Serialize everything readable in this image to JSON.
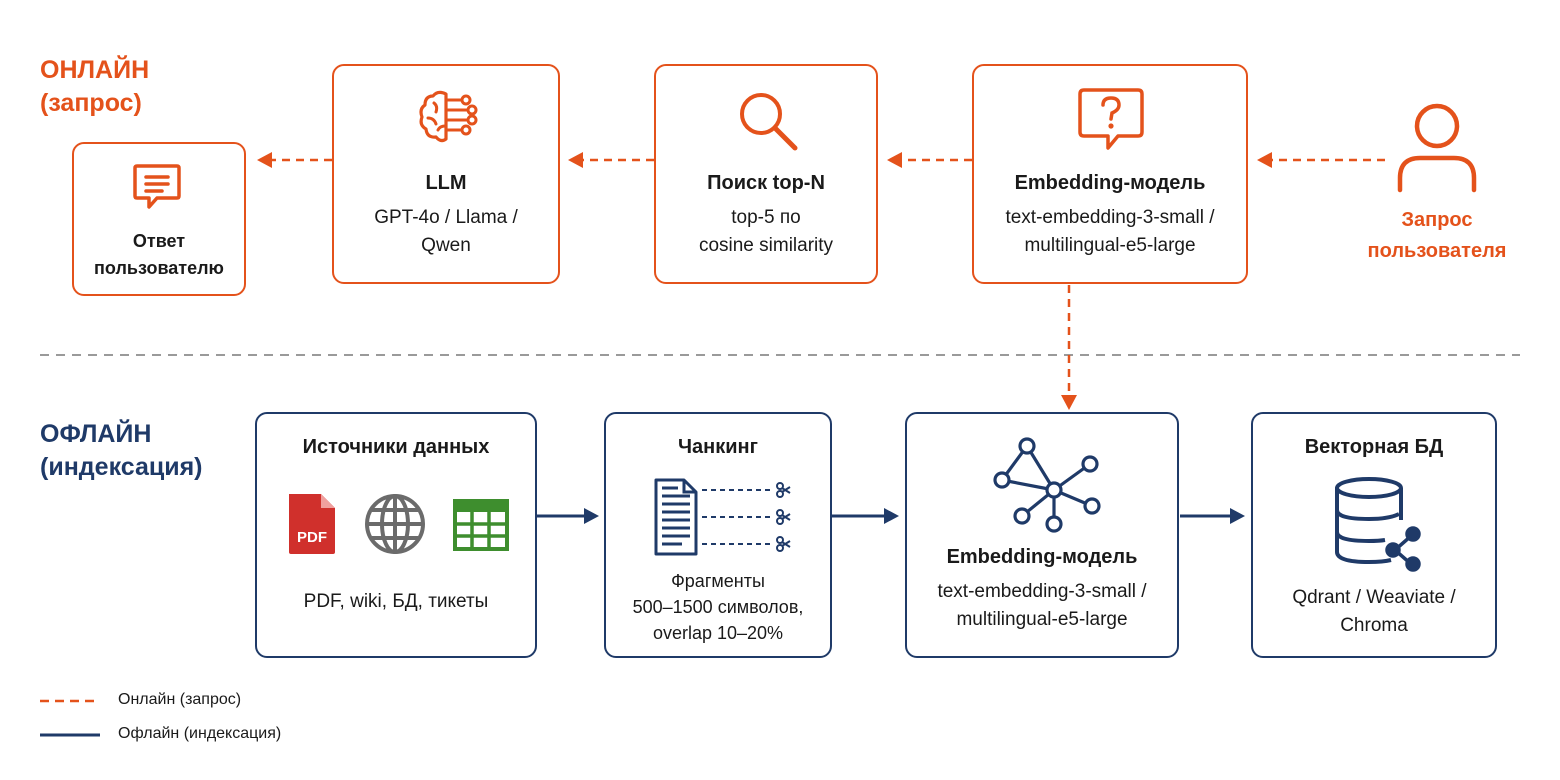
{
  "online": {
    "title_line1": "ОНЛАЙН",
    "title_line2": "(запрос)",
    "answer": {
      "line1": "Ответ",
      "line2": "пользователю"
    },
    "llm": {
      "title": "LLM",
      "line1": "GPT-4o / Llama /",
      "line2": "Qwen"
    },
    "search": {
      "title": "Поиск top-N",
      "line1": "top-5 по",
      "line2": "cosine similarity"
    },
    "embedding": {
      "title": "Embedding-модель",
      "line1": "text-embedding-3-small /",
      "line2": "multilingual-e5-large"
    },
    "user": {
      "line1": "Запрос",
      "line2": "пользователя"
    }
  },
  "offline": {
    "title_line1": "ОФЛАЙН",
    "title_line2": "(индексация)",
    "sources": {
      "title": "Источники данных",
      "line1": "PDF, wiki, БД, тикеты",
      "pdf_label": "PDF"
    },
    "chunking": {
      "title": "Чанкинг",
      "line1": "Фрагменты",
      "line2": "500–1500 символов,",
      "line3": "overlap 10–20%"
    },
    "embedding": {
      "title": "Embedding-модель",
      "line1": "text-embedding-3-small /",
      "line2": "multilingual-e5-large"
    },
    "vectordb": {
      "title": "Векторная БД",
      "line1": "Qdrant / Weaviate /",
      "line2": "Chroma"
    }
  },
  "legend": {
    "online": "Онлайн (запрос)",
    "offline": "Офлайн (индексация)"
  },
  "colors": {
    "online": "#e4521b",
    "offline": "#1f3a68",
    "pdf": "#d0302c",
    "globe": "#6b6b6b",
    "sheet": "#3e8e2e",
    "divider": "#9a9a9a"
  }
}
